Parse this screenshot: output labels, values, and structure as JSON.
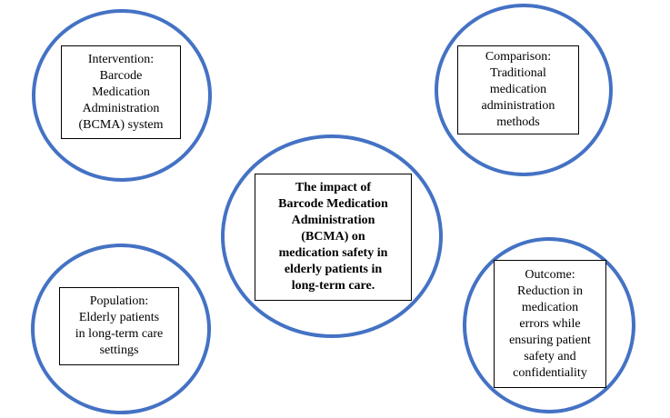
{
  "diagram": {
    "center": {
      "text": "The impact of\nBarcode Medication\nAdministration\n(BCMA) on\nmedication safety in\nelderly patients in\nlong-term care."
    },
    "intervention": {
      "text": "Intervention:\nBarcode\nMedication\nAdministration\n(BCMA) system"
    },
    "comparison": {
      "text": "Comparison:\nTraditional\nmedication\nadministration\nmethods"
    },
    "population": {
      "text": "Population:\nElderly patients\nin long-term care\nsettings"
    },
    "outcome": {
      "text": "Outcome:\nReduction in\nmedication\nerrors while\nensuring patient\nsafety and\nconfidentiality"
    },
    "colors": {
      "circle_border": "#4472c4",
      "box_border": "#000000",
      "text": "#000000"
    }
  }
}
